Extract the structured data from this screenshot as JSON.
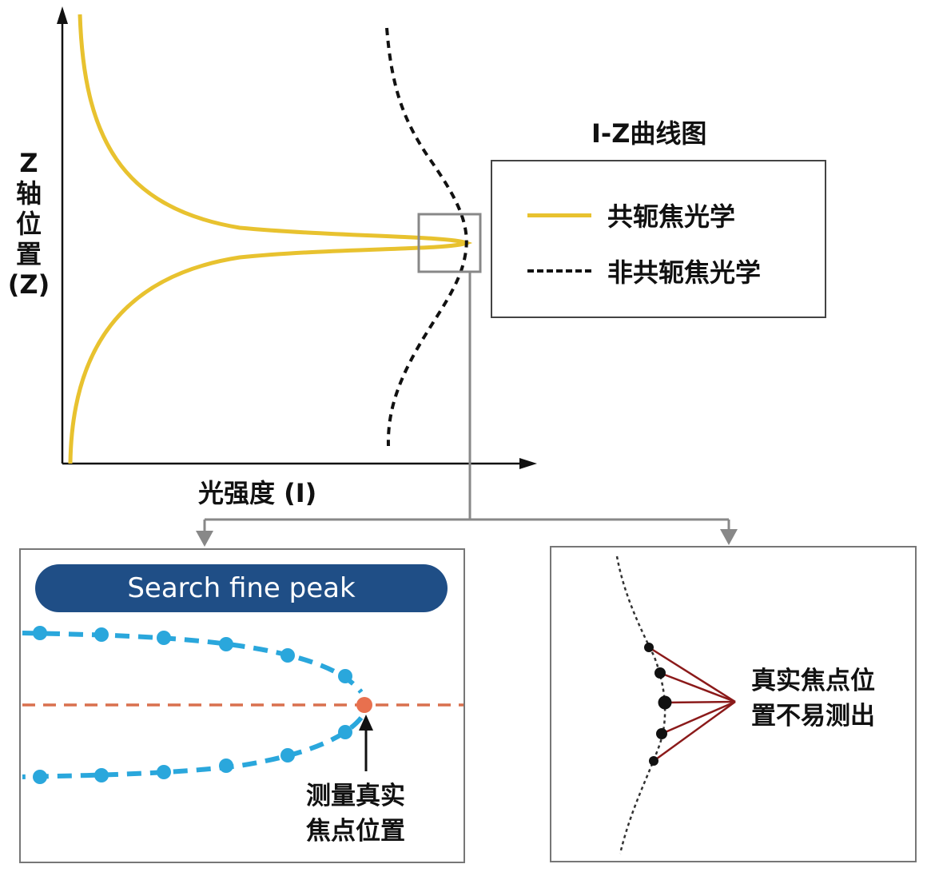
{
  "y_axis_label": [
    "Z",
    "轴",
    "位",
    "置",
    "(Z)"
  ],
  "x_axis_label": "光强度 (I)",
  "chart_title": "I-Z曲线图",
  "legend": {
    "confocal": "共轭焦光学",
    "non_confocal": "非共轭焦光学"
  },
  "left_panel": {
    "banner": "Search fine peak",
    "note": [
      "测量真实",
      "焦点位置"
    ]
  },
  "right_panel": {
    "note": [
      "真实焦点位",
      "置不易测出"
    ]
  },
  "colors": {
    "confocal_curve": "#e8c22f",
    "non_confocal_curve": "#111111",
    "banner_bg": "#1f4e86",
    "search_points": "#2aa7dc",
    "focus_line": "#d9704e",
    "fan_lines": "#8b1a1a"
  }
}
